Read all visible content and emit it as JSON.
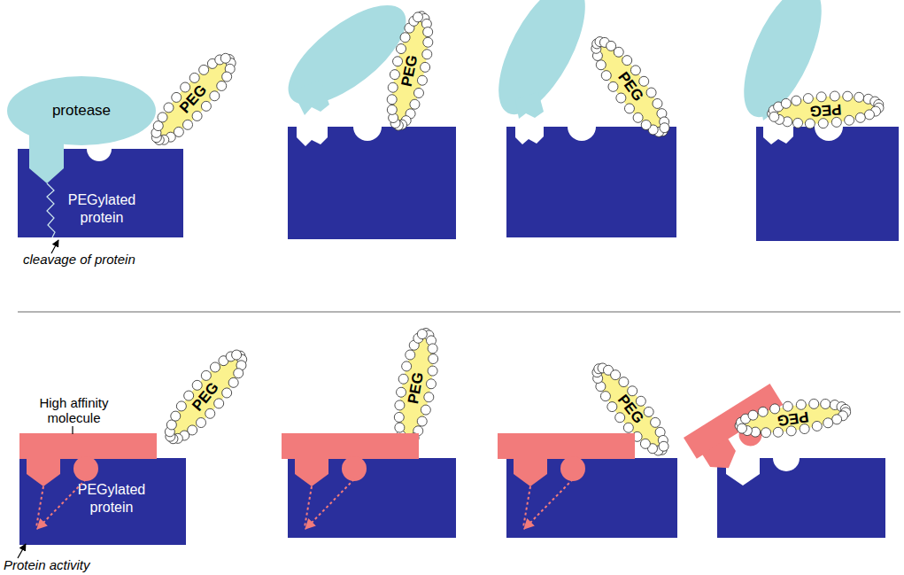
{
  "diagram": {
    "nodes": [
      {
        "text": [
          "protease"
        ]
      },
      {
        "text": [
          "PEG"
        ]
      },
      {
        "text": [
          "PEGylated protein"
        ]
      },
      {
        "text": [
          "PEG"
        ]
      },
      {
        "text": [
          "PEG"
        ]
      },
      {
        "text": [
          "PEG"
        ]
      },
      {
        "text": [
          "PEG"
        ]
      },
      {
        "text": [
          "PEGylated protein"
        ]
      },
      {
        "text": [
          "PEG"
        ]
      },
      {
        "text": [
          "PEG"
        ]
      },
      {
        "text": [
          "PEG"
        ]
      }
    ],
    "labels": [
      "cleavage of protein",
      "High affinity molecule",
      "Protein activity"
    ]
  }
}
